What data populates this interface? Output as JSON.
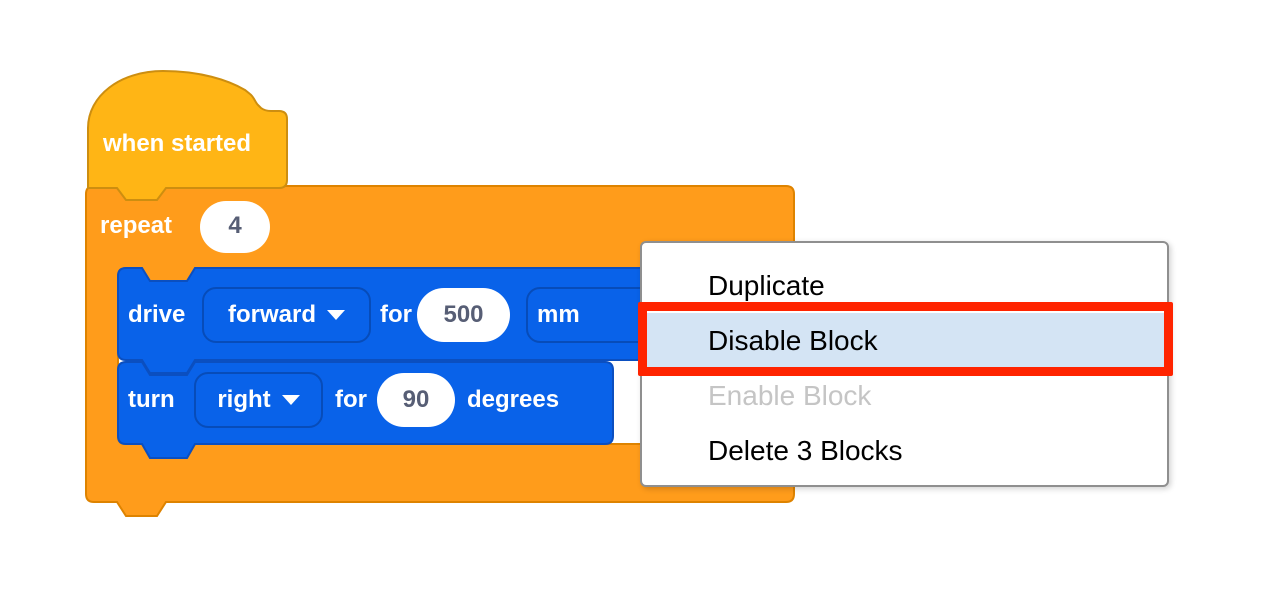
{
  "blocks": {
    "hat": {
      "label": "when started"
    },
    "repeat": {
      "label": "repeat",
      "count": "4"
    },
    "drive": {
      "verb": "drive",
      "direction": "forward",
      "for_label": "for",
      "distance": "500",
      "unit": "mm"
    },
    "turn": {
      "verb": "turn",
      "direction": "right",
      "for_label": "for",
      "angle": "90",
      "unit": "degrees"
    }
  },
  "context_menu": {
    "items": [
      {
        "label": "Duplicate",
        "state": "normal"
      },
      {
        "label": "Disable Block",
        "state": "highlighted"
      },
      {
        "label": "Enable Block",
        "state": "disabled"
      },
      {
        "label": "Delete 3 Blocks",
        "state": "normal"
      }
    ]
  },
  "annotation": {
    "type": "red-highlight-rectangle",
    "target": "Disable Block"
  },
  "colors": {
    "hat_fill": "#FFB515",
    "hat_stroke": "#CD8E10",
    "repeat_fill": "#FF9C1B",
    "repeat_stroke": "#DE8300",
    "motion_fill": "#0962E9",
    "motion_stroke": "#0B4FC0",
    "field_text": "#575E75",
    "menu_highlight": "#D4E4F4",
    "menu_disabled_text": "#C5C5C5",
    "annotation_red": "#FF2400"
  }
}
